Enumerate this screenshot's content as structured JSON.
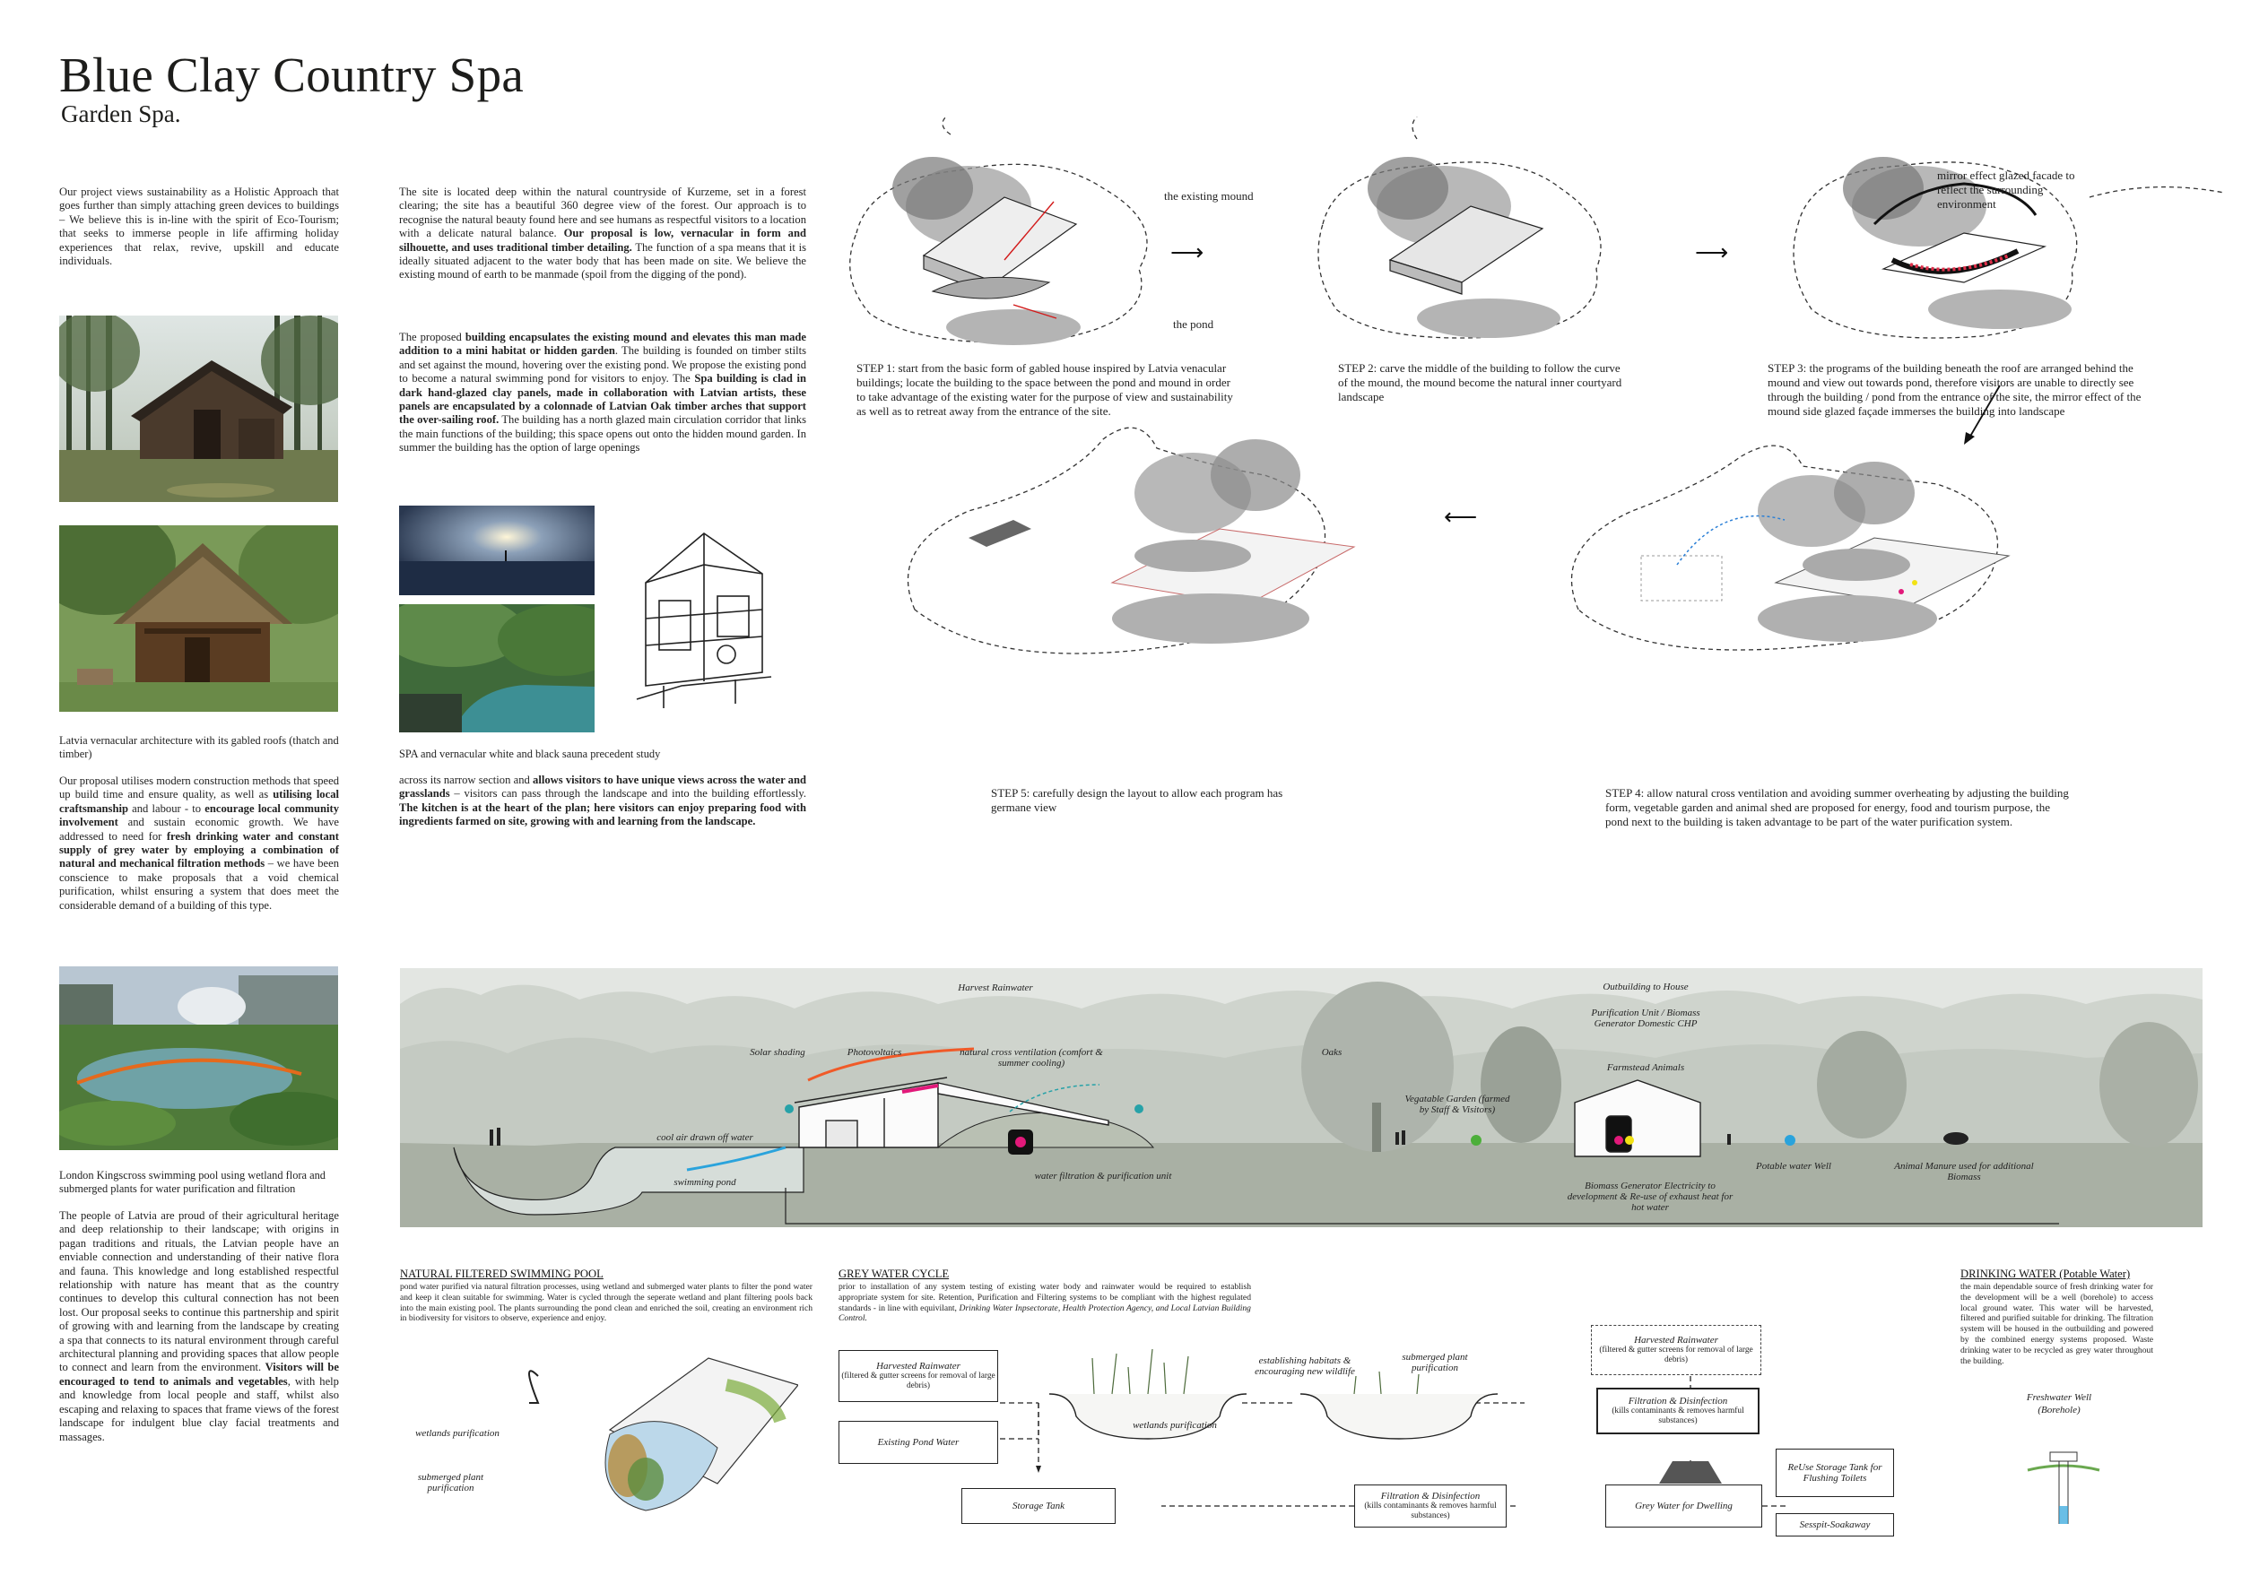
{
  "header": {
    "title": "Blue Clay Country Spa",
    "subtitle": "Garden Spa."
  },
  "col1": {
    "intro": "Our project views sustainability as a Holistic Approach that goes further than simply attaching green devices to buildings – We believe this is in-line with the spirit of Eco-Tourism; that seeks to immerse people in life affirming holiday experiences that relax, revive, upskill and educate individuals.",
    "photo1_caption": "Latvia vernacular architecture with its gabled roofs (thatch and timber)",
    "construction_a": "Our proposal utilises modern construction methods that speed up build time and ensure quality, as well as ",
    "construction_b1": "utilising local craftsmanship",
    "construction_c": " and labour - to ",
    "construction_b2": "encourage local community involvement",
    "construction_d": " and sustain economic growth. We have addressed to need for ",
    "construction_b3": "fresh drinking water and constant supply of grey water by employing a combination of natural and mechanical filtration methods",
    "construction_e": " – we have been conscience to make proposals that a void chemical purification, whilst ensuring a system that does meet the considerable demand of a building of this type.",
    "photo3_caption": "London Kingscross swimming pool using wetland flora and submerged plants for water purification and filtration",
    "heritage_a": "The people of Latvia are proud of their agricultural heritage and deep relationship to their landscape; with origins in pagan traditions and rituals, the Latvian people have an enviable connection and understanding of their native flora and fauna. This knowledge and long established respectful relationship with nature has meant that as the country continues to develop this cultural connection has not been lost. Our proposal seeks to continue this partnership and spirit of growing with and learning from the landscape by creating a spa that connects to its natural environment through careful architectural planning and providing spaces that allow people to connect and learn from the environment. ",
    "heritage_b": "Visitors will be encouraged to tend to animals and vegetables",
    "heritage_c": ", with help and knowledge from local people and staff, whilst also escaping and relaxing to spaces that frame views of the forest landscape for indulgent blue clay facial treatments and massages."
  },
  "col2": {
    "site": "The site is located deep within the natural countryside of Kurzeme, set in a forest clearing; the site has a beautiful 360 degree view of the forest. Our approach is to recognise the natural beauty found here and see humans as respectful visitors to a location with a delicate natural balance. ",
    "site_b": "Our proposal is low, vernacular in form and silhouette, and uses traditional timber detailing.",
    "site_c": " The function of a spa means that it is ideally situated adjacent to the water body that has been made on site. We believe the existing mound of earth to be manmade (spoil from the digging of the pond).",
    "proposed_a": "The proposed ",
    "proposed_b": "building encapsulates the existing mound and elevates this man made addition to a mini habitat or hidden garden",
    "proposed_c": ". The building is founded on timber stilts and set against the mound, hovering over the existing pond. We propose the existing pond to become a natural swimming pond for visitors to enjoy. The ",
    "proposed_d": "Spa building is clad in dark hand-glazed clay panels, made in collaboration with Latvian artists, these panels are encapsulated by a colonnade of Latvian Oak timber arches that support the over-sailing roof.",
    "proposed_e": " The building has a north glazed main circulation corridor that links the main functions of the building; this space opens out onto the hidden mound garden. In summer the building has the option of large openings",
    "precedent_caption": "SPA and vernacular white and black sauna precedent study",
    "cont_a": "across its narrow section and ",
    "cont_b": "allows visitors to have unique views across the water and grasslands",
    "cont_c": " – visitors can pass through the landscape and into the building effortlessly. ",
    "cont_d": "The kitchen is at the heart of the plan; here visitors can enjoy preparing food with ingredients farmed on site, growing with and learning from the landscape."
  },
  "steps": {
    "label_mound": "the existing mound",
    "label_pond": "the pond",
    "label_mirror": "mirror effect glazed facade to reflect the surrounding environment",
    "step1": "STEP 1: start from the basic form of gabled house inspired by Latvia venacular buildings; locate the building to the space between the pond and mound in order to take advantage of the existing water for the purpose of view and sustainability as well as to retreat away from the entrance of the site.",
    "step2": "STEP 2: carve the middle of the building to follow the curve of the mound, the mound become the natural inner courtyard landscape",
    "step3": "STEP 3: the programs of the building beneath the roof are arranged behind the mound and view out towards pond, therefore visitors are unable to directly see through the building / pond from the entrance of the site, the mirror effect of the mound side glazed façade immerses the building into landscape",
    "step4": "STEP 4: allow natural cross ventilation and avoiding summer overheating by adjusting the building form, vegetable garden and animal shed are proposed for energy, food and tourism purpose, the pond next to the building is taken advantage to be part of the water purification system.",
    "step5": "STEP 5: carefully design the layout to allow each program has germane view"
  },
  "section": {
    "harvest": "Harvest Rainwater",
    "solar": "Solar shading",
    "pv": "Photovoltaics",
    "ventilation": "natural cross ventilation (comfort & summer cooling)",
    "cool_air": "cool air drawn off water",
    "swimming": "swimming pond",
    "filtration": "water filtration & purification unit",
    "oaks": "Oaks",
    "garden": "Vegatable Garden (farmed by Staff & Visitors)",
    "outbuilding": "Outbuilding to House",
    "purification_unit": "Purification Unit / Biomass Generator Domestic CHP",
    "farmstead": "Farmstead Animals",
    "biomass": "Biomass Generator Electricity to development & Re-use of exhaust heat for hot water",
    "well": "Potable water Well",
    "manure": "Animal Manure used for additional Biomass"
  },
  "pool": {
    "heading": "NATURAL FILTERED SWIMMING POOL",
    "text": "pond water purified via natural filtration processes, using wetland and submerged water plants to filter the pond water and keep it clean suitable for swimming. Water is cycled through the seperate wetland and plant filtering pools back into the main existing pool. The plants surrounding the pond clean and enriched the soil, creating an environment rich in biodiversity for visitors to observe, experience and enjoy.",
    "wetlands_label": "wetlands purification",
    "submerged_label": "submerged plant purification"
  },
  "grey": {
    "heading": "GREY WATER CYCLE",
    "text_a": "prior to installation of any system testing of existing water body and rainwater would be required to establish appropriate system for site. Retention, Purification and Filtering systems to be compliant with the highest regulated standards - in line with equivilant, ",
    "text_b": "Drinking Water Inpsectorate, Health Protection Agency, and Local Latvian Building Control.",
    "harvested": "Harvested Rainwater",
    "harvested_sub": "(filtered & gutter screens for removal of large debris)",
    "pond_water": "Existing Pond Water",
    "storage": "Storage Tank",
    "habitats": "establishing habitats & encouraging new wildlife",
    "wetlands": "wetlands purification",
    "submerged": "submerged plant purification",
    "filtration": "Filtration & Disinfection",
    "filtration_sub": "(kills contaminants & removes harmful substances)",
    "grey_dwelling": "Grey Water for Dwelling",
    "reuse": "ReUse Storage Tank for Flushing Toilets",
    "sesspit": "Sesspit-Soakaway"
  },
  "drinking": {
    "heading": "DRINKING WATER (Potable Water)",
    "text": "the main dependable source of fresh drinking water for the development will be a well (borehole) to access local ground water. This water will be harvested, filtered and purified suitable for drinking. The filtration system will be housed in the outbuilding and powered by the combined energy systems proposed. Waste drinking water to be recycled as grey water throughout the building.",
    "well": "Freshwater Well",
    "borehole": "(Borehole)"
  },
  "colors": {
    "accent_blue": "#2aa3dc",
    "magenta": "#e2197a",
    "green": "#4caf3a",
    "yellow": "#f2e214",
    "teal": "#27a2a8",
    "orange": "#f05a28"
  }
}
